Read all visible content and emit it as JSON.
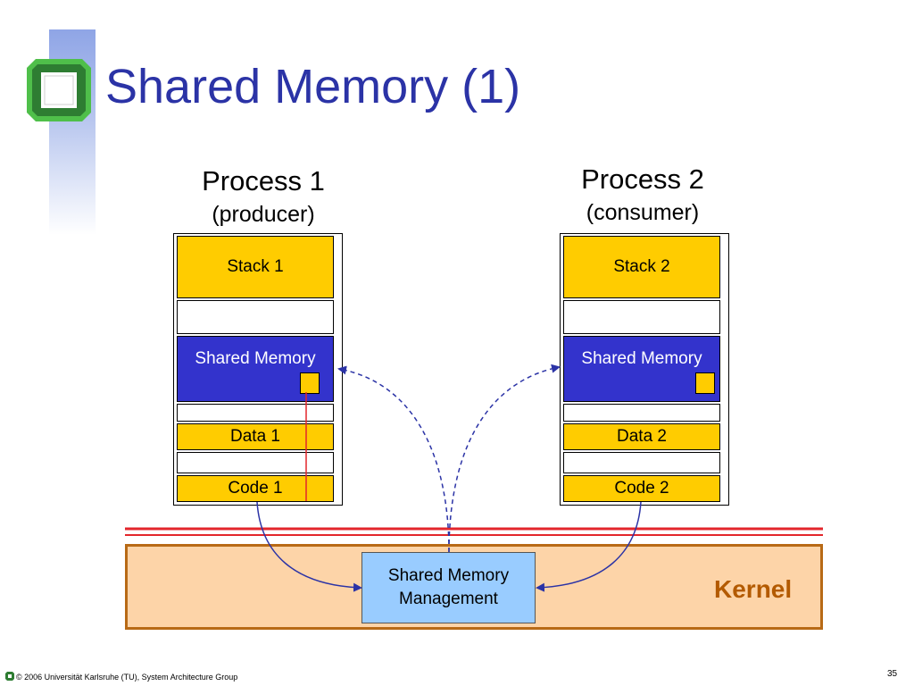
{
  "slide": {
    "title": "Shared Memory (1)",
    "page_number": "35",
    "footer": "© 2006 Universität Karlsruhe (TU), System Architecture Group"
  },
  "process1": {
    "title": "Process 1",
    "role": "(producer)",
    "stack": "Stack 1",
    "shared": "Shared Memory",
    "data": "Data 1",
    "code": "Code 1"
  },
  "process2": {
    "title": "Process 2",
    "role": "(consumer)",
    "stack": "Stack 2",
    "shared": "Shared Memory",
    "data": "Data 2",
    "code": "Code 2"
  },
  "kernel": {
    "label": "Kernel",
    "manager_line1": "Shared Memory",
    "manager_line2": "Management"
  },
  "colors": {
    "title": "#2b33a6",
    "segment_yellow": "#ffcc00",
    "shared_blue": "#3333cc",
    "kernel_fill": "#fdd4a8",
    "kernel_border": "#b86a16",
    "manager_fill": "#99ccff",
    "boundary_red": "#e3262b"
  }
}
